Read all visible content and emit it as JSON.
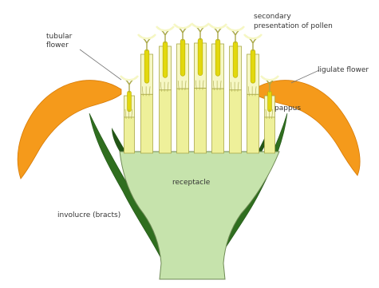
{
  "labels": {
    "tubular": [
      "tubular",
      "flower"
    ],
    "secondary": [
      "secondary",
      "presentation of pollen"
    ],
    "ligulate": "ligulate flower",
    "pappus": "pappus",
    "receptacle": "receptacle",
    "involucre": "involucre (bracts)"
  },
  "colors": {
    "receptacle": "#c6e3ac",
    "outline": "#6f8a55",
    "bract": "#2f6e1f",
    "bract_dark": "#225516",
    "ray": "#f59a1b",
    "ray_edge": "#d77c08",
    "tube": "#eef09a",
    "tube_light": "#f6f7c4",
    "style": "#e2d80e",
    "tube_edge": "#aaa94a",
    "leader": "#777777"
  }
}
